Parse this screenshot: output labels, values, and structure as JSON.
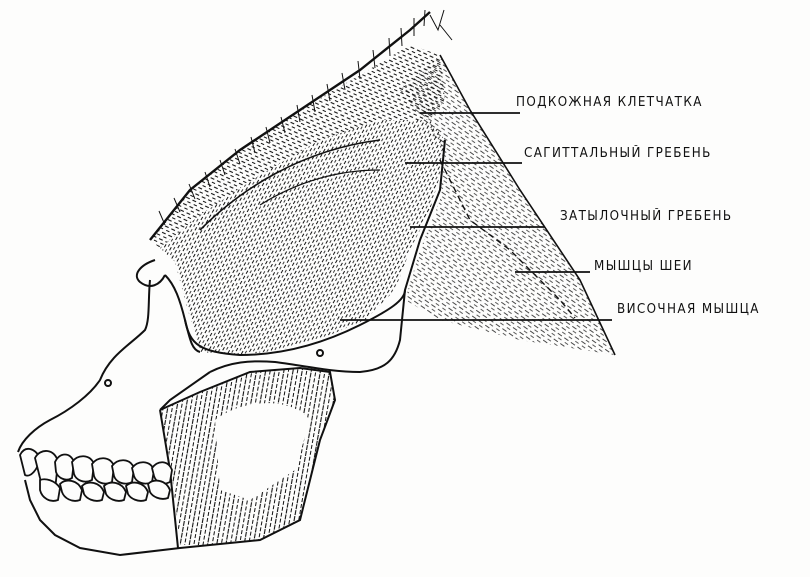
{
  "labels": [
    "ПОДКОЖНАЯ КЛЕТЧАТКА",
    "САГИТТАЛЬНЫЙ ГРЕБЕНЬ",
    "ЗАТЫЛОЧНЫЙ ГРЕБЕНЬ",
    "МЫШЦЫ ШЕИ",
    "ВИСОЧНАЯ МЫШЦА"
  ],
  "colors": {
    "ink": "#111111",
    "paper": "#fdfdfc"
  }
}
